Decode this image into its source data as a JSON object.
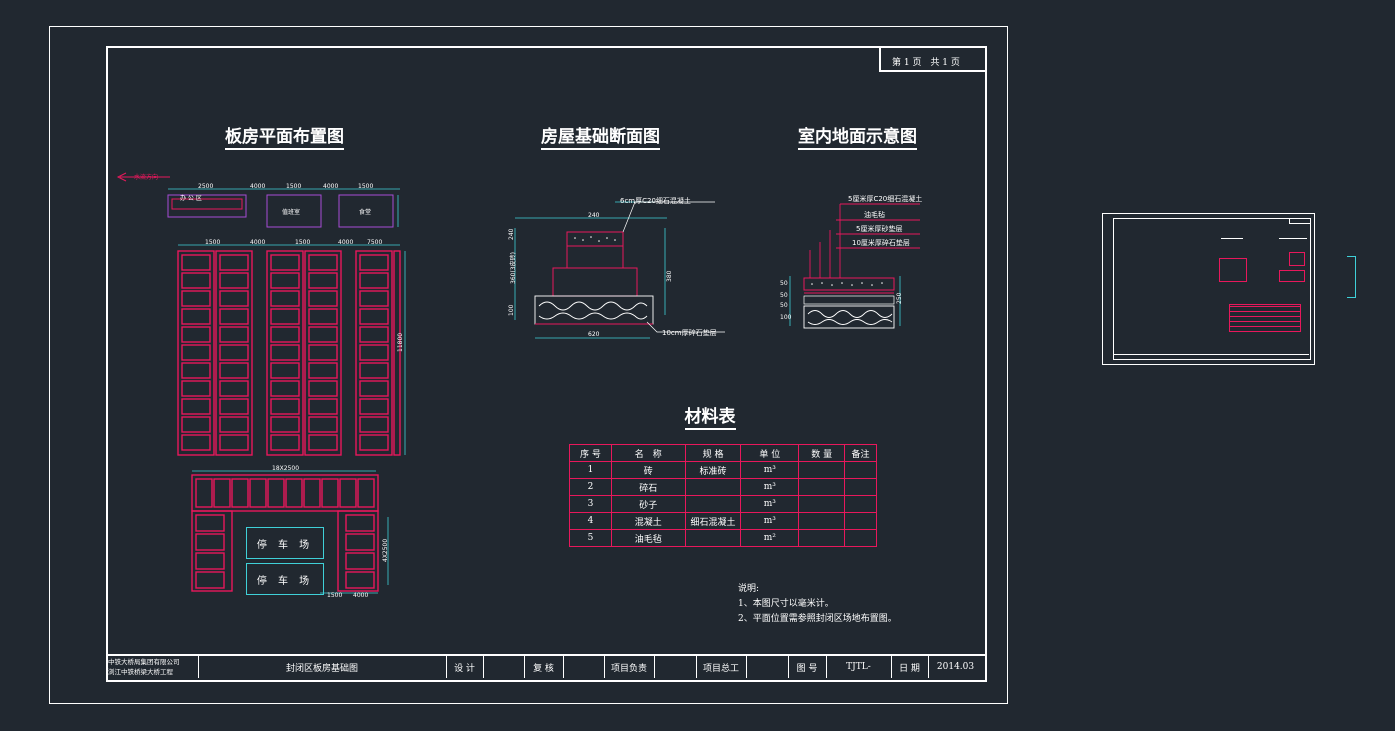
{
  "page_no": "第 1 页　共 1 页",
  "titles": {
    "plan": "板房平面布置图",
    "section": "房屋基础断面图",
    "floor": "室内地面示意图",
    "materials": "材料表"
  },
  "plan_labels": {
    "direction": "水流方向",
    "dim_top": [
      "2500",
      "4000",
      "1500",
      "4000",
      "1500"
    ],
    "dim_row2": [
      "1500",
      "4000",
      "1500",
      "4000",
      "7500"
    ],
    "right_dim": "11800",
    "bottom_dim": "18X2500",
    "parking": [
      "停 车 场",
      "停 车 场"
    ],
    "parking_dim": "4X2500",
    "bottom_small": [
      "1500",
      "4000"
    ],
    "box_a": "办 公 区",
    "box_b": "值班室",
    "box_c": "食堂"
  },
  "section_labels": {
    "top_note": "6cm厚C20细石混凝土",
    "bottom_note": "10cm厚碎石垫层",
    "left_dim": "240",
    "left_dim2": "360(3皮砖)",
    "left_dim3": "100",
    "right_dim": "380",
    "bottom_dim": "620",
    "top_dim": "240"
  },
  "floor_labels": {
    "layers": [
      "5厘米厚C20细石混凝土",
      "油毛毡",
      "5厘米厚砂垫层",
      "10厘米厚碎石垫层"
    ],
    "left_dims": [
      "50",
      "50",
      "50",
      "100"
    ],
    "right_dim": "250"
  },
  "material_table": {
    "headers": [
      "序 号",
      "名　称",
      "规 格",
      "单 位",
      "数 量",
      "备注"
    ],
    "rows": [
      [
        "1",
        "砖",
        "标准砖",
        "m³",
        "",
        ""
      ],
      [
        "2",
        "碎石",
        "",
        "m³",
        "",
        ""
      ],
      [
        "3",
        "砂子",
        "",
        "m³",
        "",
        ""
      ],
      [
        "4",
        "混凝土",
        "细石混凝土",
        "m³",
        "",
        ""
      ],
      [
        "5",
        "油毛毡",
        "",
        "m²",
        "",
        ""
      ]
    ]
  },
  "notes": {
    "heading": "说明:",
    "items": [
      "1、本图尺寸以毫米计。",
      "2、平面位置需参照封闭区场地布置图。"
    ]
  },
  "title_block": {
    "company1": "中铁大桥局集团有限公司",
    "company2": "浏江中铁桥梁大桥工程",
    "drawing_name": "封闭区板房基础图",
    "design": "设 计",
    "review": "复 核",
    "pm": "项目负责",
    "chief": "项目总工",
    "drawing_no_label": "图 号",
    "drawing_no": "TJTL-",
    "date_label": "日 期",
    "date": "2014.03"
  },
  "colors": {
    "background": "#212830",
    "frame": "#ffffff",
    "plan_red": "#e8185c",
    "dimension": "#3fd0d8",
    "purple": "#a64bd6"
  }
}
